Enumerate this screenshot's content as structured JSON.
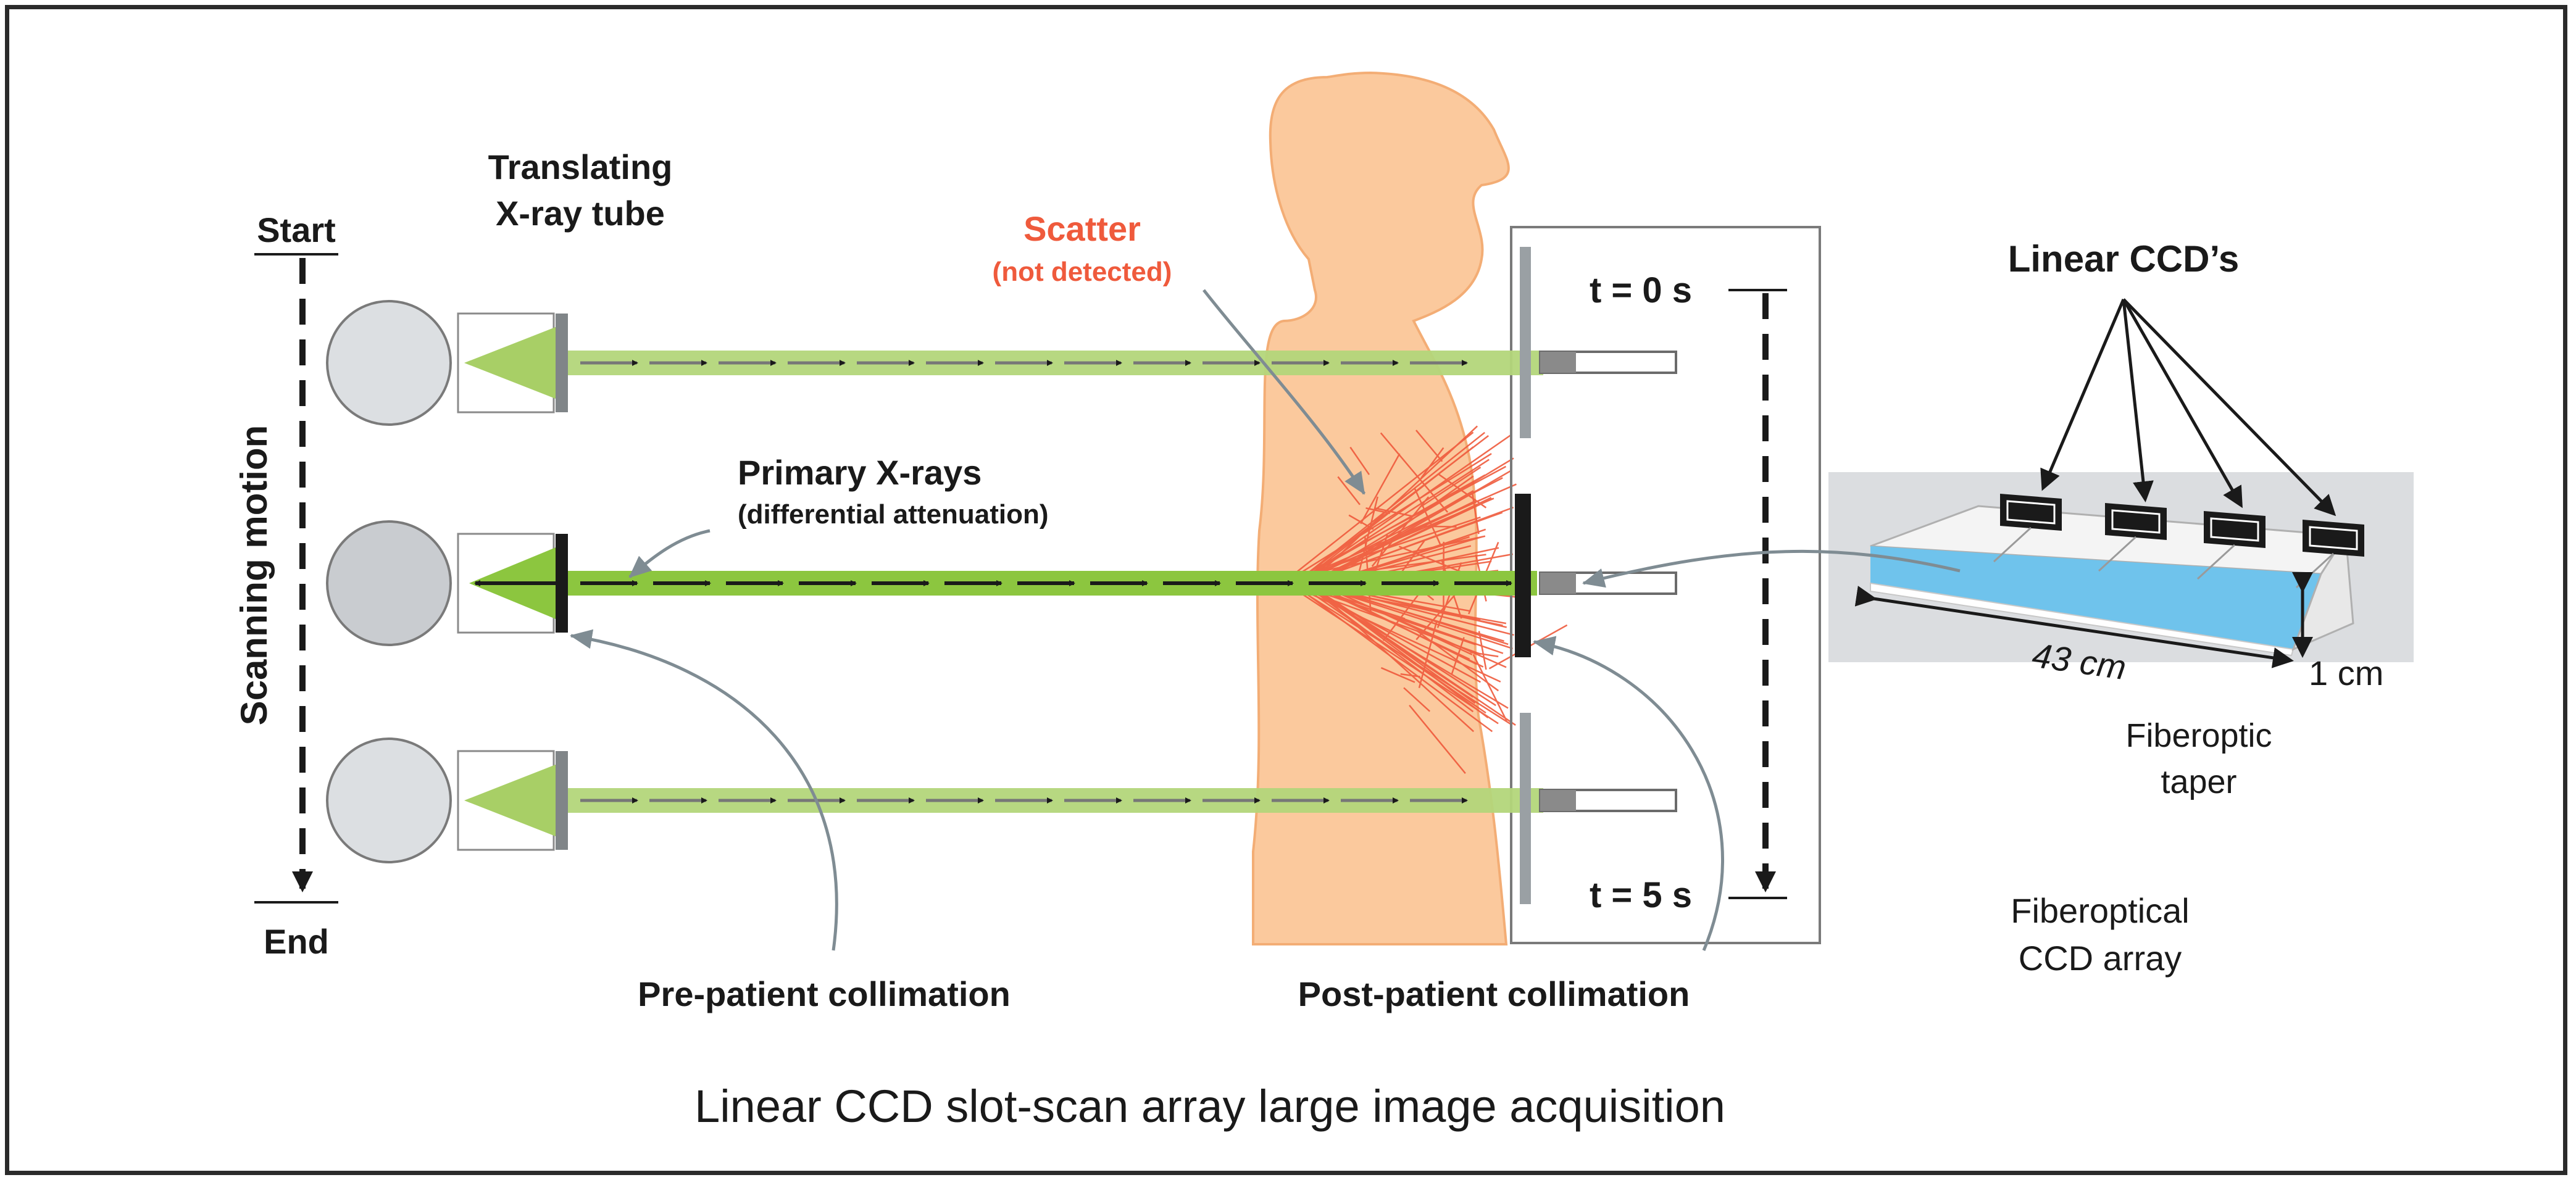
{
  "labels": {
    "tube_line1": "Translating",
    "tube_line2": "X-ray tube",
    "start": "Start",
    "end": "End",
    "scanning_motion": "Scanning motion",
    "scatter": "Scatter",
    "scatter_sub": "(not detected)",
    "primary": "Primary X-rays",
    "primary_sub": "(differential attenuation)",
    "t0": "t = 0 s",
    "t5": "t = 5 s",
    "pre": "Pre-patient collimation",
    "post": "Post-patient collimation",
    "linear_ccds": "Linear CCD’s",
    "width": "43 cm",
    "height": "1 cm",
    "taper_line1": "Fiberoptic",
    "taper_line2": "taper",
    "array_line1": "Fiberoptical",
    "array_line2": "CCD array",
    "caption": "Linear CCD slot-scan array large image acquisition"
  },
  "colors": {
    "beam": "#a6cf5c",
    "beam_bright": "#8cc63f",
    "body": "#fbc99d",
    "scatter": "#ef5a3c",
    "ccd_face": "#6fc3ec",
    "tube": "#dcdfe2"
  }
}
